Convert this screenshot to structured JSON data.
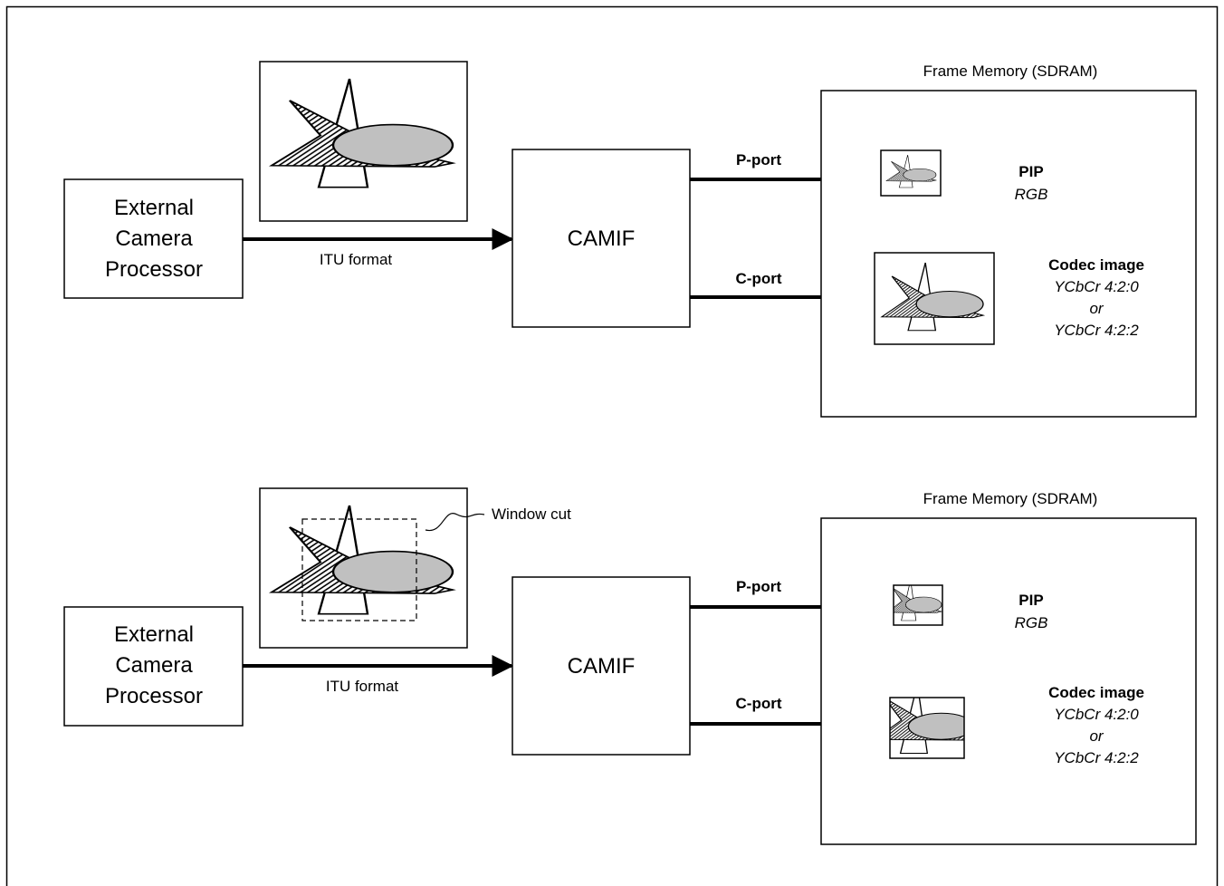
{
  "colors": {
    "stroke": "#000000",
    "ellipse_fill": "#c0c0c0",
    "hatch_background": "#ffffff",
    "hatch_lines": "#000000",
    "page_background": "#ffffff"
  },
  "top": {
    "source_label": [
      "External",
      "Camera",
      "Processor"
    ],
    "interface_label": "ITU format",
    "camif_label": "CAMIF",
    "memory_title": "Frame Memory (SDRAM)",
    "p_port": "P-port",
    "c_port": "C-port",
    "pip_title": "PIP",
    "pip_format": "RGB",
    "codec_title": "Codec image",
    "codec_format_1": "YCbCr 4:2:0",
    "codec_or": "or",
    "codec_format_2": "YCbCr 4:2:2"
  },
  "bottom": {
    "source_label": [
      "External",
      "Camera",
      "Processor"
    ],
    "interface_label": "ITU format",
    "camif_label": "CAMIF",
    "memory_title": "Frame Memory (SDRAM)",
    "window_cut": "Window cut",
    "p_port": "P-port",
    "c_port": "C-port",
    "pip_title": "PIP",
    "pip_format": "RGB",
    "codec_title": "Codec image",
    "codec_format_1": "YCbCr 4:2:0",
    "codec_or": "or",
    "codec_format_2": "YCbCr 4:2:2"
  }
}
